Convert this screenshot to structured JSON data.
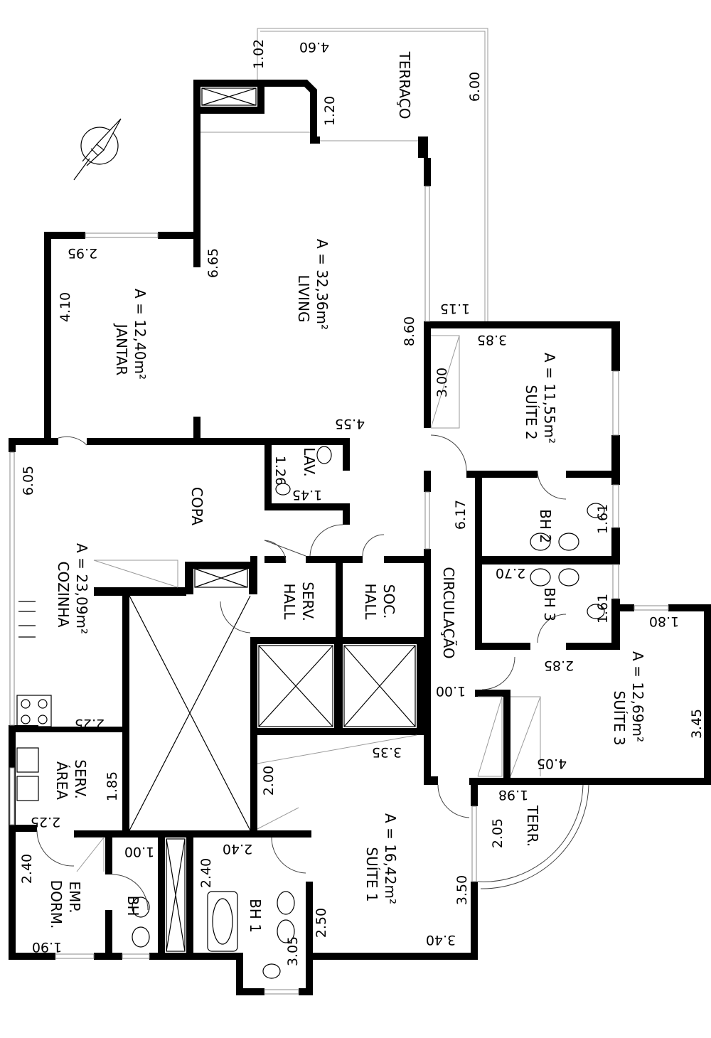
{
  "rooms": {
    "terraco": "TERRAÇO",
    "living": "LIVING",
    "living_area": "A = 32,36m²",
    "jantar": "JANTAR",
    "jantar_area": "A = 12,40m²",
    "copa": "COPA",
    "lav": "LAV.",
    "cozinha": "COZINHA",
    "cozinha_area": "A = 23,09m²",
    "hall_serv_1": "HALL",
    "hall_serv_2": "SERV.",
    "hall_soc_1": "HALL",
    "hall_soc_2": "SOC.",
    "circulacao": "CIRCULAÇÃO",
    "suite2": "SUÍTE 2",
    "suite2_area": "A = 11,55m²",
    "bh2": "BH 2",
    "bh3": "BH 3",
    "suite3": "SUÍTE 3",
    "suite3_area": "A = 12,69m²",
    "area_serv_1": "ÁREA",
    "area_serv_2": "SERV.",
    "suite1": "SUÍTE 1",
    "suite1_area": "A = 16,42m²",
    "terr": "TERR.",
    "bh1": "BH 1",
    "bh": "BH",
    "dorm_1": "DORM.",
    "dorm_2": "EMP."
  },
  "dims": {
    "d_4_60": "4.60",
    "d_1_02": "1.02",
    "d_1_20": "1.20",
    "d_6_00": "6.00",
    "d_2_95": "2.95",
    "d_4_10": "4.10",
    "d_6_65": "6.65",
    "d_8_60": "8.60",
    "d_1_15": "1.15",
    "d_3_85": "3.85",
    "d_3_00": "3.00",
    "d_4_55": "4.55",
    "d_6_05": "6.05",
    "d_1_26": "1.26",
    "d_1_45": "1.45",
    "d_6_17": "6.17",
    "d_1_61a": "1.61",
    "d_2_70": "2.70",
    "d_1_61b": "1.61",
    "d_1_80": "1.80",
    "d_2_85": "2.85",
    "d_1_00a": "1.00",
    "d_3_45": "3.45",
    "d_4_05": "4.05",
    "d_2_25a": "2.25",
    "d_1_85": "1.85",
    "d_3_35": "3.35",
    "d_2_00": "2.00",
    "d_2_25b": "2.25",
    "d_1_98": "1.98",
    "d_2_05": "2.05",
    "d_1_00b": "1.00",
    "d_2_40a": "2.40",
    "d_2_40b": "2.40",
    "d_2_40c": "2.40",
    "d_3_50": "3.50",
    "d_2_50": "2.50",
    "d_3_40": "3.40",
    "d_3_05": "3.05",
    "d_1_90": "1.90"
  }
}
